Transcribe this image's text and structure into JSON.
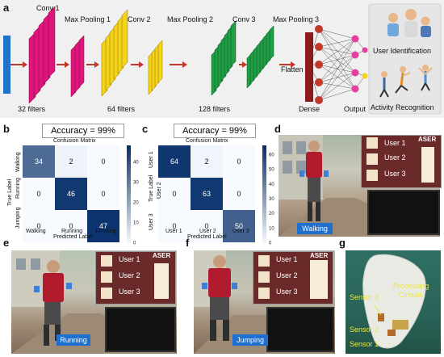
{
  "panel_labels": {
    "a": "a",
    "b": "b",
    "c": "c",
    "d": "d",
    "e": "e",
    "f": "f",
    "g": "g"
  },
  "cnn": {
    "stages": [
      "Conv 1",
      "Max Pooling 1",
      "Conv 2",
      "Max Pooling 2",
      "Conv 3",
      "Max Pooling 3"
    ],
    "filters": [
      "32 filters",
      "64 filters",
      "128 filters"
    ],
    "flatten": "Flatten",
    "dense": "Dense",
    "output": "Output",
    "tasks": [
      "User Identification",
      "Activity Recognition"
    ],
    "colors": {
      "conv1": "#e0157c",
      "conv2": "#f5d31a",
      "conv3": "#1f9e45",
      "input": "#1f74c9",
      "dense": "#8b1a1a",
      "output": "#e53fa0",
      "background": "#f0f0f0"
    }
  },
  "cm_activity": {
    "accuracy": "Accuracy = 99%",
    "title": "Confusion Matrix",
    "ylabel": "True Label",
    "xlabel": "Predicted Label",
    "rows": [
      "Walking",
      "Running",
      "Jumping"
    ],
    "cols": [
      "Walking",
      "Running",
      "Jumping"
    ],
    "cells": [
      [
        "34",
        "2",
        "0"
      ],
      [
        "0",
        "46",
        "0"
      ],
      [
        "0",
        "0",
        "47"
      ]
    ],
    "colorbar_ticks": [
      "40",
      "30",
      "20",
      "10",
      "0"
    ]
  },
  "cm_user": {
    "accuracy": "Accuracy = 99%",
    "title": "Confusion Matrix",
    "ylabel": "True Label",
    "xlabel": "Predicted Label",
    "rows": [
      "User 1",
      "User 2",
      "User 3"
    ],
    "cols": [
      "User 1",
      "User 2",
      "User 3"
    ],
    "cells": [
      [
        "64",
        "2",
        "0"
      ],
      [
        "0",
        "63",
        "0"
      ],
      [
        "0",
        "0",
        "50"
      ]
    ],
    "colorbar_ticks": [
      "60",
      "50",
      "40",
      "30",
      "20",
      "10",
      "0"
    ]
  },
  "chart_data": [
    {
      "type": "heatmap",
      "title": "Confusion Matrix",
      "xlabel": "Predicted Label",
      "ylabel": "True Label",
      "x": [
        "Walking",
        "Running",
        "Jumping"
      ],
      "y": [
        "Walking",
        "Running",
        "Jumping"
      ],
      "values": [
        [
          34,
          2,
          0
        ],
        [
          0,
          46,
          0
        ],
        [
          0,
          0,
          47
        ]
      ]
    },
    {
      "type": "heatmap",
      "title": "Confusion Matrix",
      "xlabel": "Predicted Label",
      "ylabel": "True Label",
      "x": [
        "User 1",
        "User 2",
        "User 3"
      ],
      "y": [
        "User 1",
        "User 2",
        "User 3"
      ],
      "values": [
        [
          64,
          2,
          0
        ],
        [
          0,
          63,
          0
        ],
        [
          0,
          0,
          50
        ]
      ]
    }
  ],
  "demo_overlay": {
    "users": [
      "User 1",
      "User 2",
      "User 3"
    ],
    "brand": "ASER"
  },
  "activities": {
    "d": "Walking",
    "e": "Running",
    "f": "Jumping"
  },
  "sensors": {
    "s1": "Sensor 1",
    "s2": "Sensor 2",
    "s3": "Sensor 3",
    "circuit": "Processing Circuits"
  }
}
